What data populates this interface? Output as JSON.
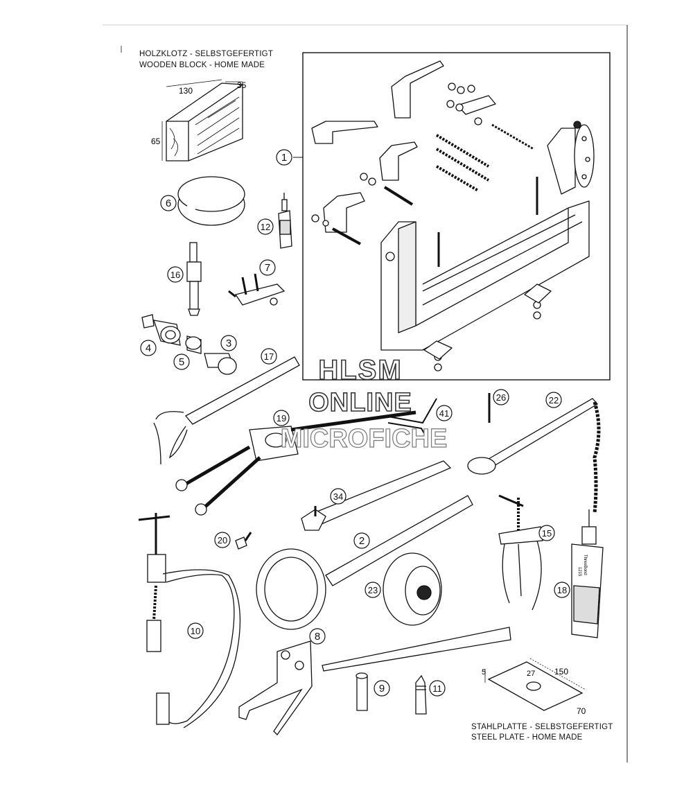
{
  "captions": {
    "wooden_block_de": "HOLZKLOTZ - SELBSTGEFERTIGT",
    "wooden_block_en": "WOODEN BLOCK - HOME MADE",
    "steel_plate_de": "STAHLPLATTE - SELBSTGEFERTIGT",
    "steel_plate_en": "STEEL PLATE - HOME MADE"
  },
  "dimensions": {
    "block_length": "130",
    "block_width": "35",
    "block_height": "65",
    "plate_thickness": "5",
    "plate_hole": "27",
    "plate_length": "150",
    "plate_width": "70"
  },
  "part_callouts": [
    "1",
    "2",
    "3",
    "4",
    "5",
    "6",
    "7",
    "8",
    "9",
    "10",
    "11",
    "12",
    "15",
    "16",
    "17",
    "18",
    "19",
    "20",
    "22",
    "23",
    "26",
    "34",
    "41"
  ],
  "tube_label": {
    "brand": "ThreeBond",
    "number": "1215"
  },
  "watermark": {
    "line1": "HLSM",
    "line2": "ONLINE",
    "line3": "MICROFICHE"
  }
}
